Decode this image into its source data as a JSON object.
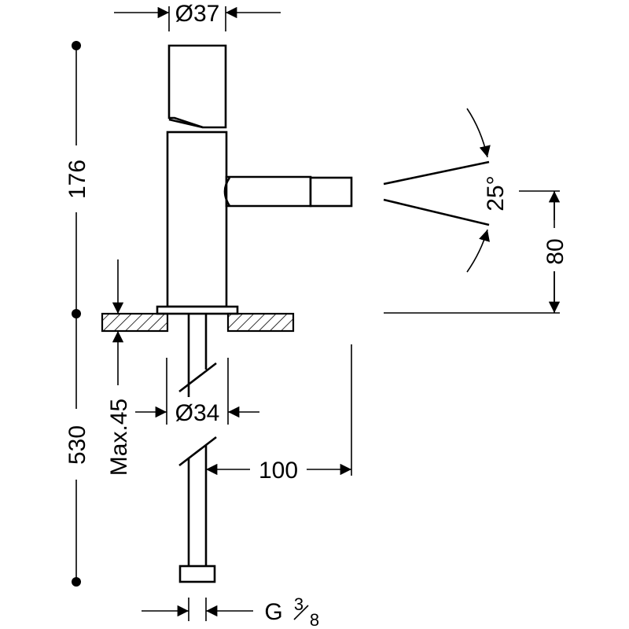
{
  "dimensions": {
    "top_diameter": "Ø37",
    "pipe_diameter": "Ø34",
    "height_upper": "176",
    "height_lower": "530",
    "max_thickness": "Max.45",
    "spray_angle": "25°",
    "spout_height": "80",
    "spout_reach": "100",
    "thread_g": "G",
    "thread_num": "3",
    "thread_den": "8"
  }
}
